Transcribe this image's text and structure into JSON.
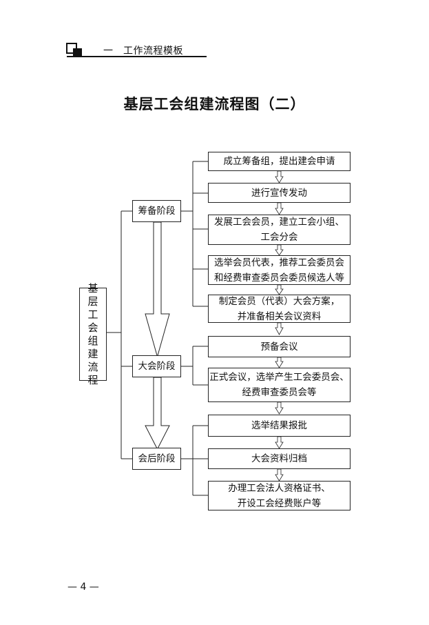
{
  "header": {
    "section": "一　工作流程模板"
  },
  "title": "基层工会组建流程图（二）",
  "root": {
    "chars": [
      "基",
      "层",
      "工",
      "会",
      "组",
      "建",
      "流",
      "程"
    ]
  },
  "stages": [
    {
      "label": "筹备阶段"
    },
    {
      "label": "大会阶段"
    },
    {
      "label": "会后阶段"
    }
  ],
  "steps": [
    {
      "lines": [
        "成立筹备组，提出建会申请"
      ]
    },
    {
      "lines": [
        "进行宣传发动"
      ]
    },
    {
      "lines": [
        "发展工会会员，建立工会小组、",
        "工会分会"
      ]
    },
    {
      "lines": [
        "选举会员代表，推荐工会委员会",
        "和经费审查委员会委员候选人等"
      ]
    },
    {
      "lines": [
        "制定会员（代表）大会方案，",
        "并准备相关会议资料"
      ]
    },
    {
      "lines": [
        "预备会议"
      ]
    },
    {
      "lines": [
        "正式会议，选举产生工会委员会、",
        "经费审查委员会等"
      ]
    },
    {
      "lines": [
        "选举结果报批"
      ]
    },
    {
      "lines": [
        "大会资料归档"
      ]
    },
    {
      "lines": [
        "办理工会法人资格证书、",
        "开设工会经费账户等"
      ]
    }
  ],
  "footer": {
    "page_number": "— 4 —"
  }
}
